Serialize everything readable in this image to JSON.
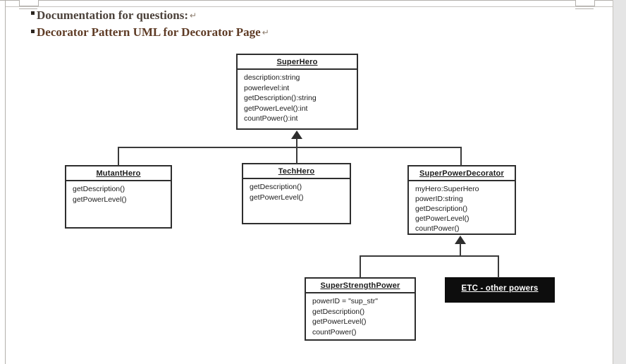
{
  "document": {
    "headings": [
      {
        "label": "Documentation for questions:",
        "mark": "↵",
        "color": "#4c423b"
      },
      {
        "label": "Decorator Pattern UML for Decorator Page",
        "mark": "↵",
        "color": "#5e3b25"
      }
    ]
  },
  "diagram": {
    "type": "uml-class-diagram",
    "classes": {
      "superhero": {
        "name": "SuperHero",
        "members": [
          "description:string",
          "powerlevel:int",
          "getDescription():string",
          "getPowerLevel():int",
          "countPower():int"
        ]
      },
      "mutanthero": {
        "name": "MutantHero",
        "members": [
          "getDescription()",
          "getPowerLevel()"
        ]
      },
      "techhero": {
        "name": "TechHero",
        "members": [
          "getDescription()",
          "getPowerLevel()"
        ]
      },
      "superpowerdecorator": {
        "name": "SuperPowerDecorator",
        "members": [
          "myHero:SuperHero",
          "powerID:string",
          "getDescription()",
          "getPowerLevel()",
          "countPower()"
        ]
      },
      "superstrengthpower": {
        "name": "SuperStrengthPower",
        "members": [
          "powerID = \"sup_str\"",
          "getDescription()",
          "getPowerLevel()",
          "countPower()"
        ]
      },
      "etc": {
        "name": "ETC - other powers"
      }
    },
    "relations": [
      {
        "type": "generalization",
        "parent": "SuperHero",
        "children": [
          "MutantHero",
          "TechHero",
          "SuperPowerDecorator"
        ]
      },
      {
        "type": "generalization",
        "parent": "SuperPowerDecorator",
        "children": [
          "SuperStrengthPower",
          "ETC - other powers"
        ]
      }
    ],
    "colors": {
      "box_border": "#2e2e2e",
      "box_fill": "#ffffff",
      "etc_fill": "#0d0d0d",
      "etc_text": "#ffffff",
      "connector": "#3a3a3a",
      "heading1": "#4c423b",
      "heading2": "#5e3b25"
    }
  }
}
